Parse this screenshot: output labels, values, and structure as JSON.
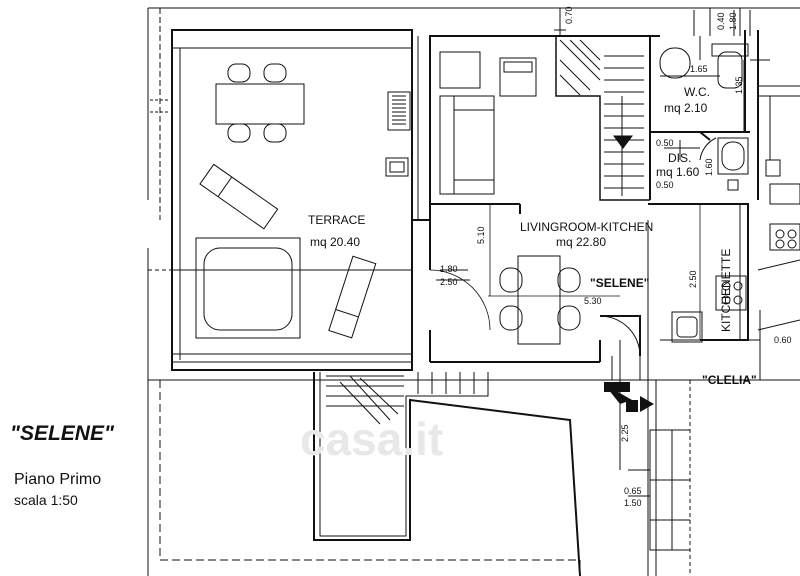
{
  "title": "\"SELENE\"",
  "floor": "Piano Primo",
  "scale": "scala 1:50",
  "watermark": "casa.it",
  "rooms": {
    "terrace": {
      "name": "TERRACE",
      "area": "mq 20.40"
    },
    "living": {
      "name": "LIVINGROOM-KITCHEN",
      "area": "mq 22.80",
      "label": "\"SELENE\""
    },
    "wc": {
      "name": "W.C.",
      "area": "mq 2.10"
    },
    "dis": {
      "name": "DIS.",
      "area": "mq 1.60"
    },
    "kitchenette": {
      "name": "KITCHENETTE"
    },
    "neighbor": {
      "name": "\"CLELIA\""
    }
  },
  "dims": {
    "d070": "0.70",
    "d040": "0.40",
    "d180": "1.80",
    "d165": "1.65",
    "d135": "1.35",
    "d050a": "0.50",
    "d050b": "0.50",
    "d160": "1.60",
    "d510": "5.10",
    "d180b": "1.80",
    "d250": "2.50",
    "d530": "5.30",
    "d250b": "2.50",
    "d060": "0.60",
    "d225": "2.25",
    "d065": "0.65",
    "d150": "1.50"
  }
}
